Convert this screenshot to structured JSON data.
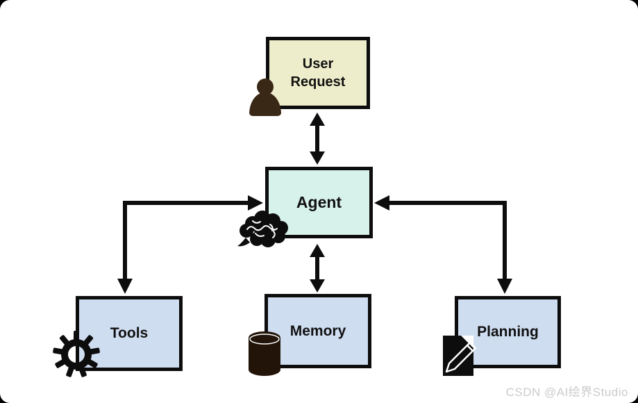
{
  "diagram": {
    "type": "architecture-flow",
    "description": "AI Agent architecture diagram"
  },
  "nodes": {
    "user_request": {
      "label": "User Request",
      "fill": "#eeedcb",
      "icon": "person-icon"
    },
    "agent": {
      "label": "Agent",
      "fill": "#d7f2eb",
      "icon": "brain-icon"
    },
    "tools": {
      "label": "Tools",
      "fill": "#cfddf1",
      "icon": "gear-icon"
    },
    "memory": {
      "label": "Memory",
      "fill": "#cfddf1",
      "icon": "database-icon"
    },
    "planning": {
      "label": "Planning",
      "fill": "#cfddf1",
      "icon": "document-pencil-icon"
    }
  },
  "edges": [
    {
      "from": "user_request",
      "to": "agent",
      "arrows": "both",
      "shape": "straight-vertical"
    },
    {
      "from": "agent",
      "to": "memory",
      "arrows": "both",
      "shape": "straight-vertical"
    },
    {
      "from": "tools",
      "to": "agent",
      "arrows": "both",
      "shape": "elbow"
    },
    {
      "from": "planning",
      "to": "agent",
      "arrows": "both",
      "shape": "elbow"
    }
  ],
  "colors": {
    "canvas_bg": "#ffffff",
    "outside_bg": "#000000",
    "line": "#0d0d0d",
    "user_request_fill": "#eeedcb",
    "agent_fill": "#d7f2eb",
    "module_fill": "#cfddf1",
    "person_icon": "#3a2817",
    "database_icon": "#221409",
    "watermark_color": "#cbcbcb"
  },
  "watermark": {
    "text": "CSDN @AI绘界Studio"
  }
}
